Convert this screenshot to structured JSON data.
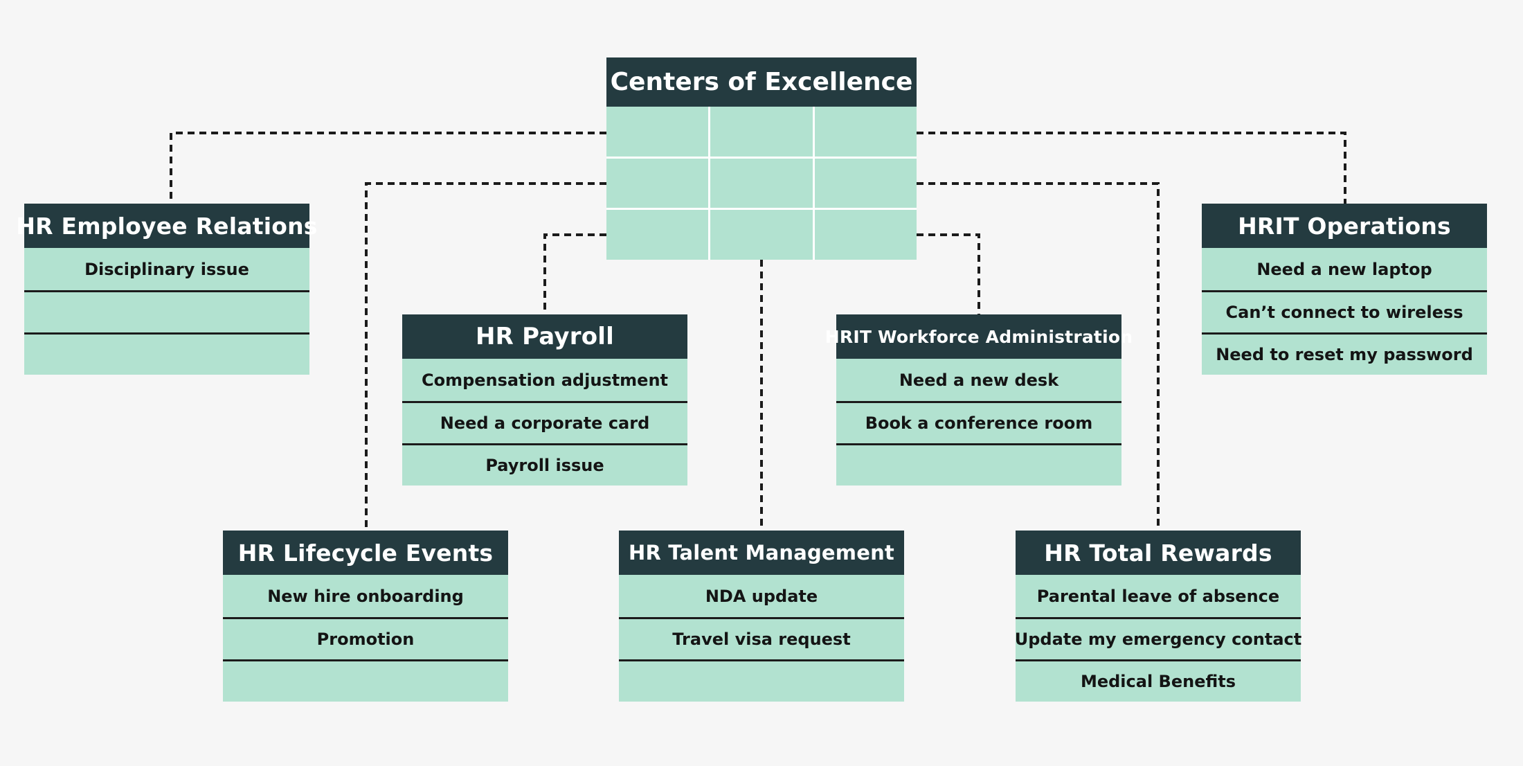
{
  "center": {
    "title": "Centers of Excellence"
  },
  "departments": {
    "employee_relations": {
      "title": "HR Employee Relations",
      "items": [
        "Disciplinary issue",
        "",
        ""
      ]
    },
    "payroll": {
      "title": "HR Payroll",
      "items": [
        "Compensation adjustment",
        "Need a corporate card",
        "Payroll issue"
      ]
    },
    "workforce_admin": {
      "title": "HRIT Workforce Administration",
      "items": [
        "Need a new desk",
        "Book a conference room",
        ""
      ]
    },
    "hrit_operations": {
      "title": "HRIT Operations",
      "items": [
        "Need a new laptop",
        "Can’t connect to wireless",
        "Need to reset my password"
      ]
    },
    "lifecycle_events": {
      "title": "HR Lifecycle Events",
      "items": [
        "New hire onboarding",
        "Promotion",
        ""
      ]
    },
    "talent_management": {
      "title": "HR Talent Management",
      "items": [
        "NDA update",
        "Travel visa request",
        ""
      ]
    },
    "total_rewards": {
      "title": "HR Total Rewards",
      "items": [
        "Parental leave of absence",
        "Update my emergency contact",
        "Medical Benefits"
      ]
    }
  }
}
